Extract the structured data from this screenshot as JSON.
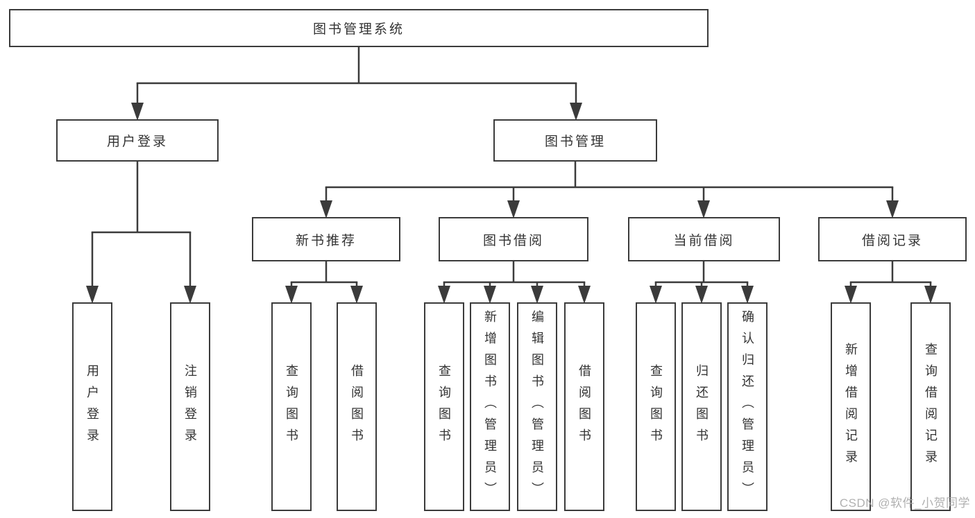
{
  "page": {
    "background": "#ffffff",
    "line_color": "#3b3b3b",
    "text_color": "#333333",
    "watermark_color": "#a8a8a8"
  },
  "watermark": "CSDN @软件_小贺同学",
  "tree": {
    "label": "图书管理系统",
    "children": [
      {
        "label": "用户登录",
        "children": [
          {
            "label": "用户登录"
          },
          {
            "label": "注销登录"
          }
        ]
      },
      {
        "label": "图书管理",
        "children": [
          {
            "label": "新书推荐",
            "children": [
              {
                "label": "查询图书"
              },
              {
                "label": "借阅图书"
              }
            ]
          },
          {
            "label": "图书借阅",
            "children": [
              {
                "label": "查询图书"
              },
              {
                "label": "新增图书（管理员）"
              },
              {
                "label": "编辑图书（管理员）"
              },
              {
                "label": "借阅图书"
              }
            ]
          },
          {
            "label": "当前借阅",
            "children": [
              {
                "label": "查询图书"
              },
              {
                "label": "归还图书"
              },
              {
                "label": "确认归还（管理员）"
              }
            ]
          },
          {
            "label": "借阅记录",
            "children": [
              {
                "label": "新增借阅记录"
              },
              {
                "label": "查询借阅记录"
              }
            ]
          }
        ]
      }
    ]
  }
}
